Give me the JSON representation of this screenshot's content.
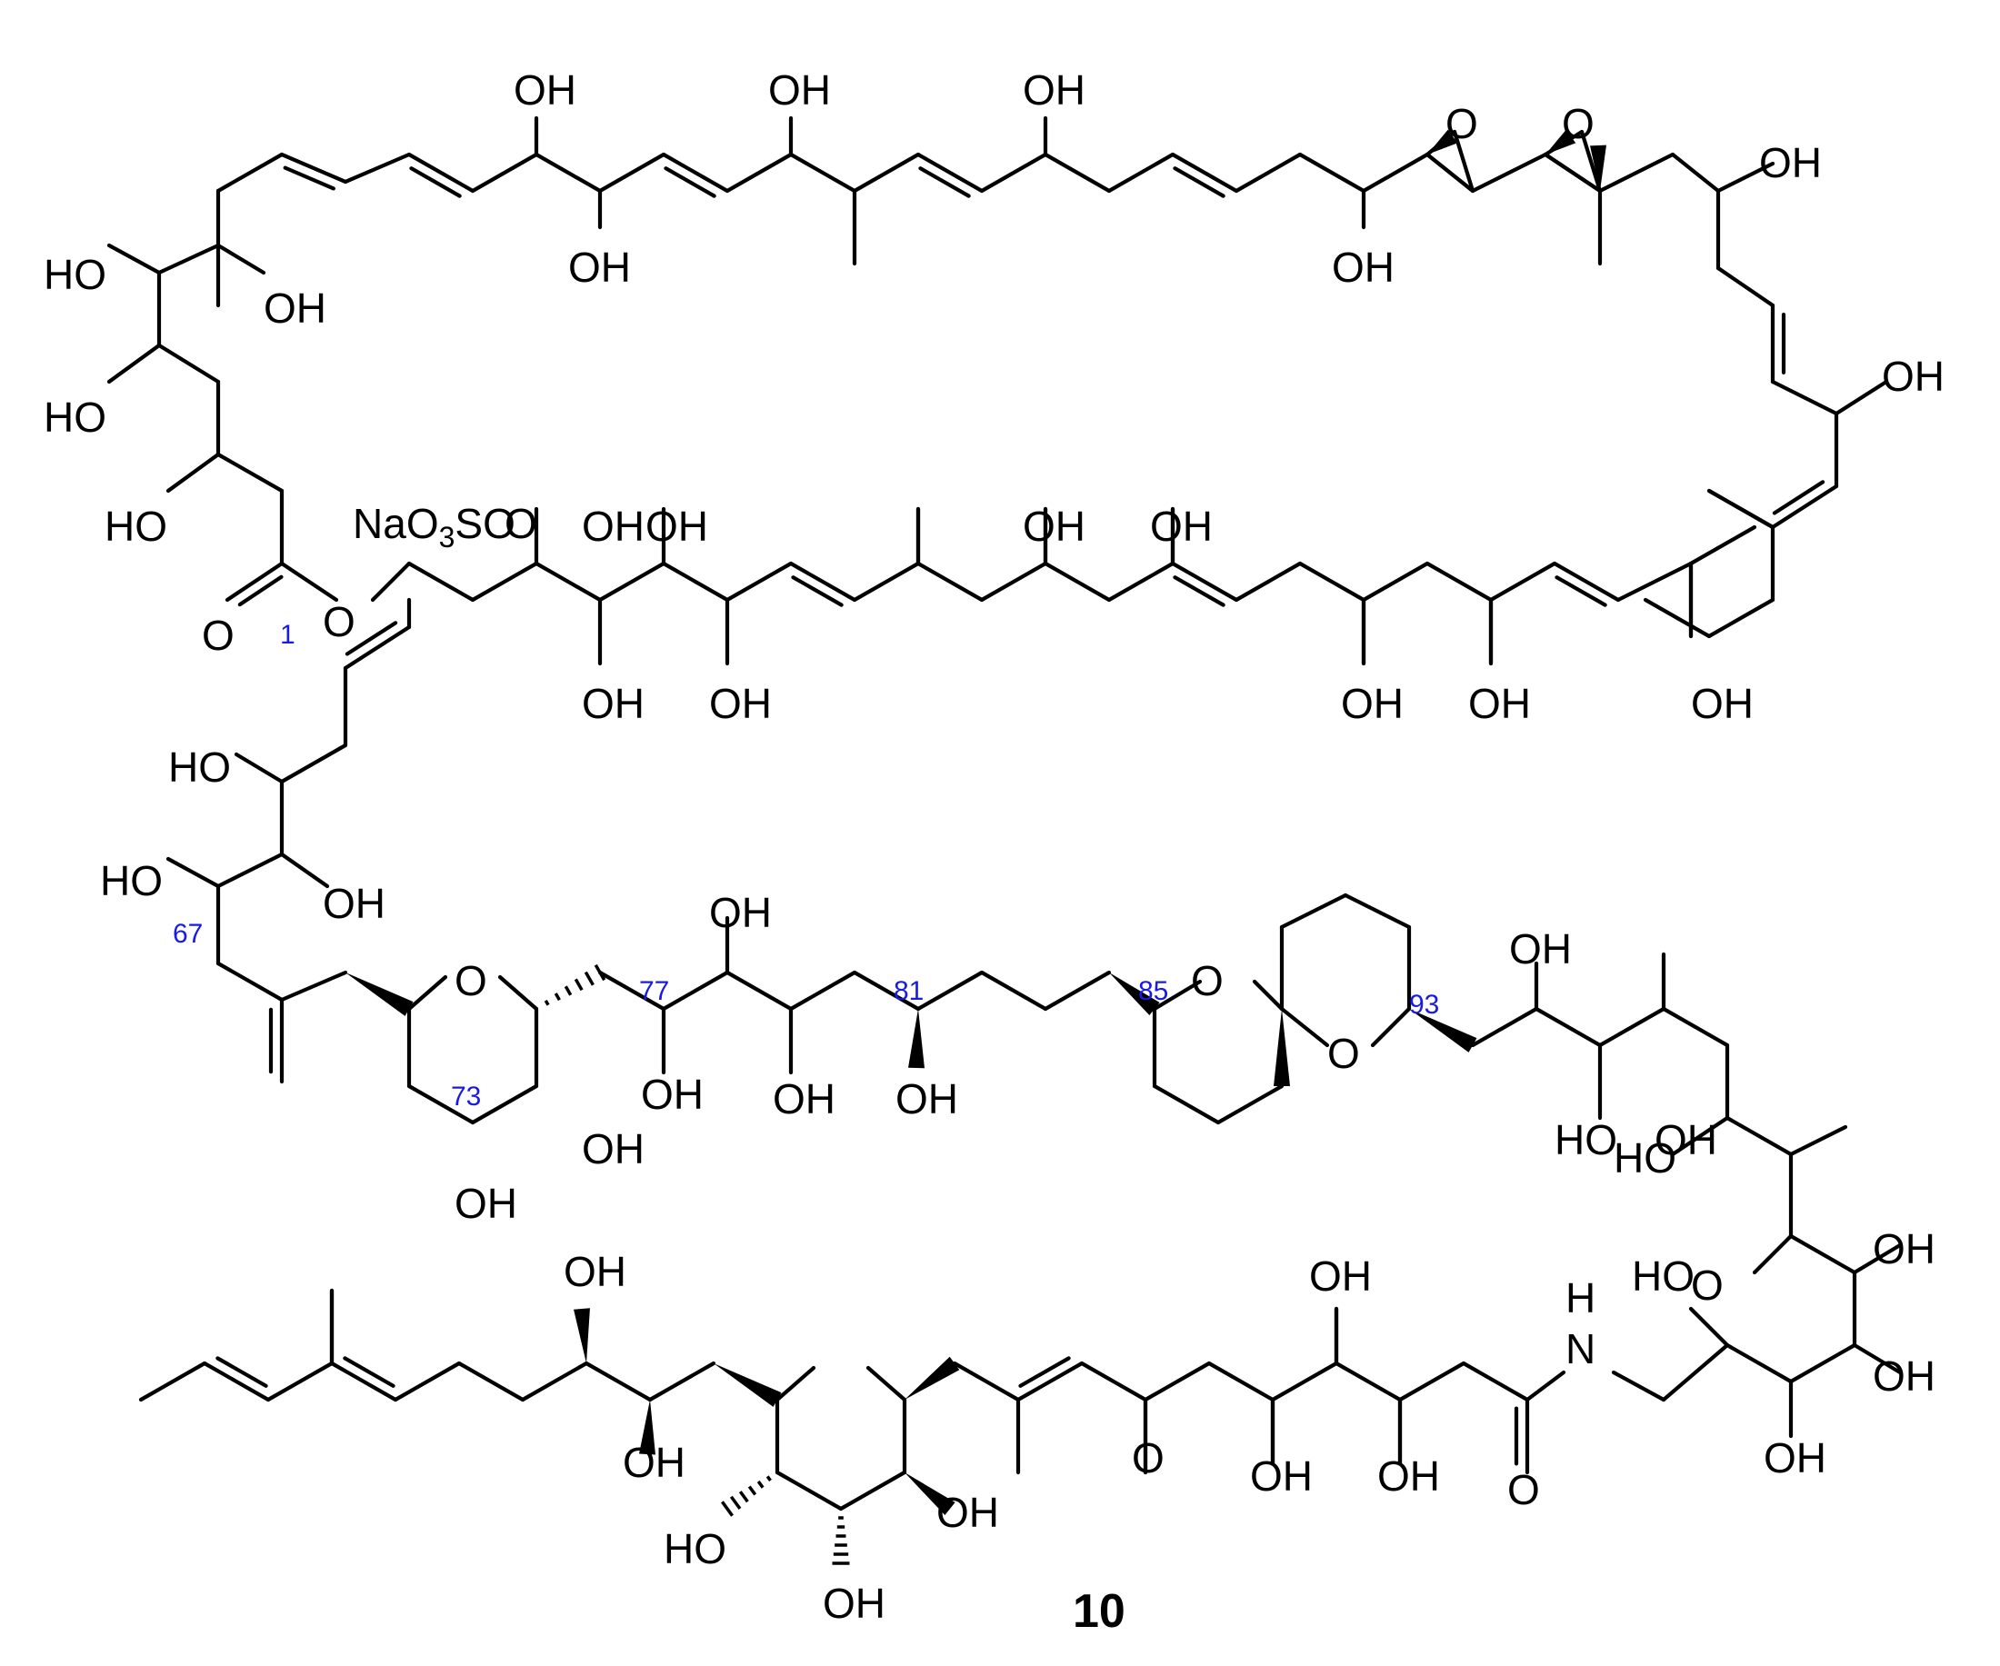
{
  "compound": {
    "number": "10"
  },
  "labels": {
    "oh": "OH",
    "ho": "HO",
    "o": "O",
    "n": "N",
    "h": "H",
    "na": "Na",
    "o3": "O",
    "three": "3",
    "so": "SO",
    "oxy": "O"
  },
  "locants": [
    "1",
    "67",
    "73",
    "77",
    "81",
    "85",
    "93"
  ],
  "colors": {
    "locant": "#1a1ae6",
    "bond": "#000000"
  }
}
